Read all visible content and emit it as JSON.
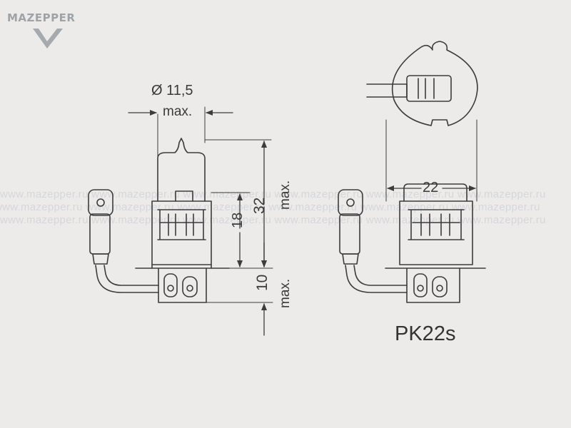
{
  "brand": {
    "logo_text": "MAZEPPER"
  },
  "watermark": {
    "lines": [
      "www.mazepper.ru www.mazepper.ru www.mazepper.ru www.mazepper.ru www.mazepper.ru www.mazepper.ru",
      "www.mazepper.ru www.mazepper.ru www.mazepper.ru www.mazepper.ru www.mazepper.ru www.mazepper.ru",
      "www.mazepper.ru www.mazepper.ru www.mazepper.ru www.mazepper.ru www.mazepper.ru www.mazepper.ru"
    ]
  },
  "dimensions": {
    "diameter": {
      "value": "Ø 11,5",
      "qualifier": "max."
    },
    "total_height": {
      "value": "32",
      "qualifier": "max."
    },
    "light_center": {
      "value": "18"
    },
    "base_height": {
      "value": "10",
      "qualifier": "max."
    },
    "base_width": {
      "value": "22"
    }
  },
  "socket": {
    "label": "PK22s"
  },
  "colors": {
    "line": "#3c3c3c",
    "background": "#ecebea",
    "watermark": "#d5d7db",
    "logo": "#9ea3a8"
  }
}
